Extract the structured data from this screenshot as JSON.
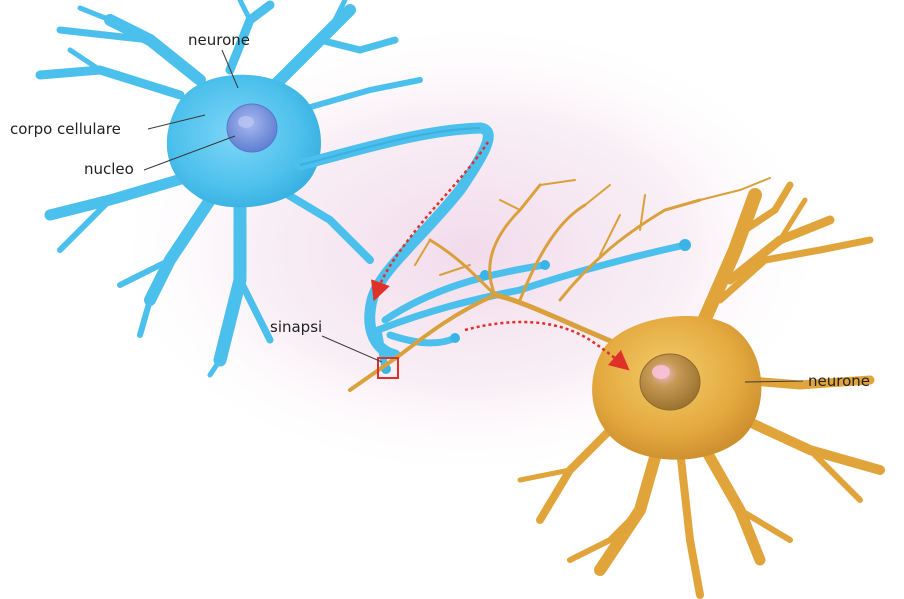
{
  "labels": {
    "neuron_top": "neurone",
    "cell_body": "corpo cellulare",
    "nucleus": "nucleo",
    "synapse": "sinapsi",
    "neuron_right": "neurone"
  },
  "colors": {
    "blue_neuron": "#4cc0ec",
    "blue_neuron_dark": "#2a9fd6",
    "blue_nucleus": "#6f8fd8",
    "orange_neuron": "#e0a43a",
    "orange_neuron_light": "#f0c25a",
    "orange_nucleus": "#b88a3a",
    "signal_arrow": "#e0302a",
    "synapse_box": "#e0302a",
    "background_glow": "#f3e2ee"
  }
}
